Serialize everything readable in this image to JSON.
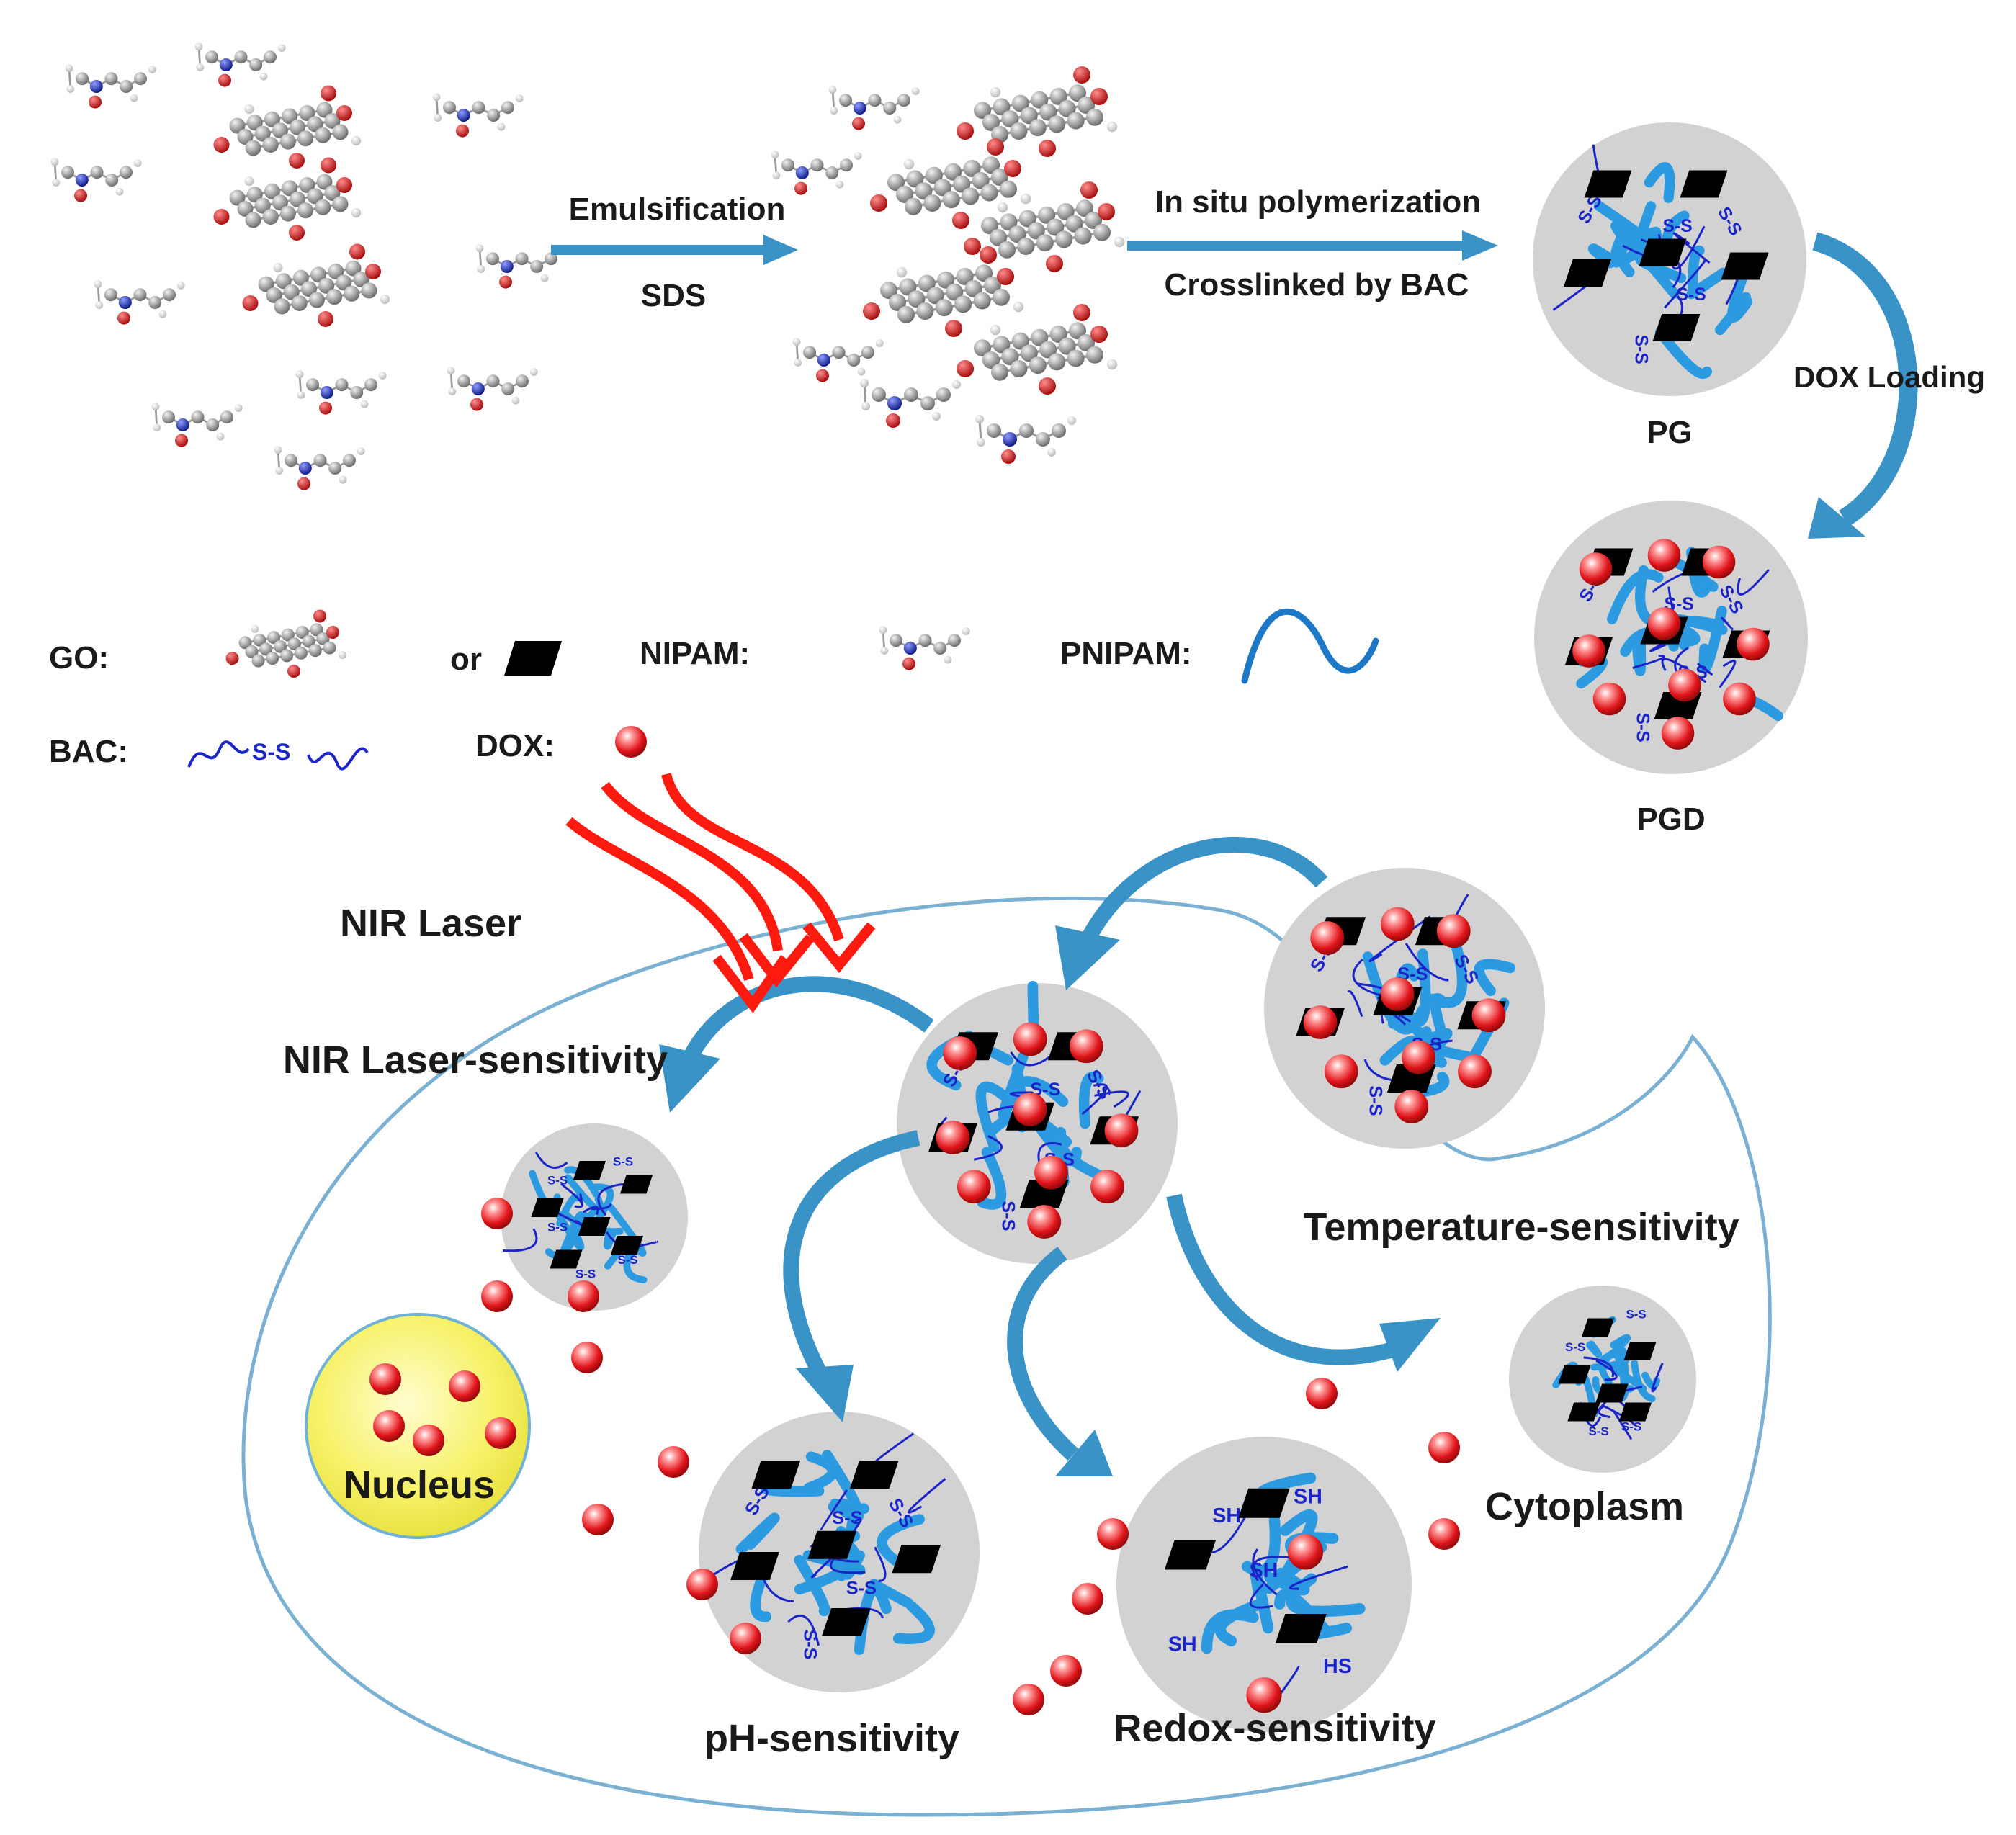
{
  "labels": {
    "emulsification": "Emulsification",
    "sds": "SDS",
    "in_situ": "In situ polymerization",
    "crosslinked": "Crosslinked by BAC",
    "dox_loading": "DOX Loading",
    "pg": "PG",
    "pgd": "PGD",
    "nir_laser": "NIR Laser",
    "nir_sensitivity": "NIR Laser-sensitivity",
    "temperature_sensitivity": "Temperature-sensitivity",
    "ph_sensitivity": "pH-sensitivity",
    "redox_sensitivity": "Redox-sensitivity",
    "nucleus": "Nucleus",
    "cytoplasm": "Cytoplasm"
  },
  "legend": {
    "go": "GO:",
    "or": "or",
    "nipam": "NIPAM:",
    "pnipam": "PNIPAM:",
    "bac": "BAC:",
    "dox": "DOX:",
    "ss": "S-S"
  },
  "chain_labels": {
    "ss": "S-S",
    "sh": "SH",
    "hs": "HS"
  },
  "colors": {
    "arrow_blue": "#3a93c6",
    "chain_blue": "#2b9ae0",
    "chain_dark": "#1a24c8",
    "particle_gray": "#d2d2d2",
    "dox_red": "#e0141a",
    "laser_red": "#ff1a10",
    "nucleus_yellow": "#f7f26a",
    "cell_outline": "#7ab0d2",
    "molecule_carbon": "#8e8e8e",
    "molecule_oxygen": "#d41c1c",
    "molecule_nitrogen": "#1e2fb8"
  },
  "icons": [
    "molecule-cluster",
    "flow-arrow",
    "nanogel",
    "laser-arrow",
    "cell-membrane",
    "nucleus",
    "dox-sphere",
    "graphene-sheet"
  ]
}
